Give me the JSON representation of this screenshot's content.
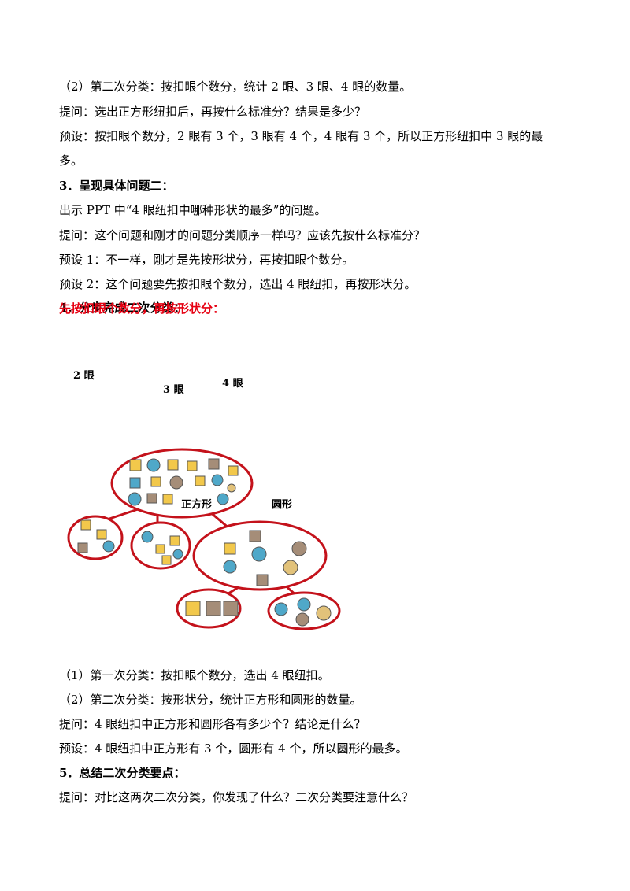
{
  "top": [
    "（2）第二次分类：按扣眼个数分，统计 2 眼、3 眼、4 眼的数量。",
    "提问：选出正方形纽扣后，再按什么标准分？结果是多少？",
    "预设：按扣眼个数分，2 眼有 3 个，3 眼有 4 个，4 眼有 3 个，所以正方形纽扣中 3 眼的最",
    "多。",
    "3．呈现具体问题二：",
    "出示 PPT 中“4 眼纽扣中哪种形状的最多”的问题。",
    "提问：这个问题和刚才的问题分类顺序一样吗？应该先按什么标准分？",
    "预设 1：不一样，刚才是先按形状分，再按扣眼个数分。",
    "预设 2：这个问题要先按扣眼个数分，选出 4 眼纽扣，再按形状分。"
  ],
  "overlap": {
    "black": "4．分步完成二次分类：",
    "red": "先按扣眼个数分，再按形状分："
  },
  "diagram_labels": {
    "two_eye": "2 眼",
    "three_eye": "3 眼",
    "four_eye": "4 眼",
    "square": "正方形",
    "round": "圆形"
  },
  "bottom": [
    "（1）第一次分类：按扣眼个数分，选出 4 眼纽扣。",
    "（2）第二次分类：按形状分，统计正方形和圆形的数量。",
    "提问：4 眼纽扣中正方形和圆形各有多少个？结论是什么？",
    "预设：4 眼纽扣中正方形有 3 个，圆形有 4 个，所以圆形的最多。",
    "5．总结二次分类要点：",
    "提问：对比这两次二次分类，你发现了什么？二次分类要注意什么？"
  ],
  "colors": {
    "ellipse": "#c4121b",
    "yellow": "#f2c84b",
    "blue": "#4fa8c9",
    "brown": "#a58d78",
    "tan": "#e2c27a",
    "red_text": "#e60012"
  }
}
